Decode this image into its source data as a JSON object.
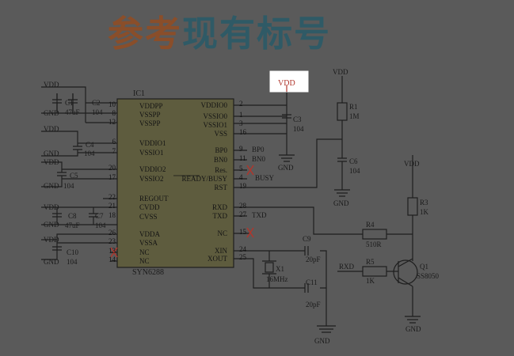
{
  "title": {
    "part1": "参考",
    "part2": "现有标号"
  },
  "chip": {
    "ref": "IC1",
    "part": "SYN6288",
    "left_pins": [
      {
        "num": "10",
        "name": "VDDPP"
      },
      {
        "num": "8",
        "name": "VSSPP"
      },
      {
        "num": "12",
        "name": "VSSPP"
      },
      {
        "num": "6",
        "name": "VDDIO1"
      },
      {
        "num": "7",
        "name": "VSSIO1"
      },
      {
        "num": "20",
        "name": "VDDIO2"
      },
      {
        "num": "17",
        "name": "VSSIO2"
      },
      {
        "num": "22",
        "name": "REGOUT"
      },
      {
        "num": "21",
        "name": "CVDD"
      },
      {
        "num": "18",
        "name": "CVSS"
      },
      {
        "num": "26",
        "name": "VDDA"
      },
      {
        "num": "23",
        "name": "VSSA"
      },
      {
        "num": "13",
        "name": "NC"
      },
      {
        "num": "14",
        "name": "NC"
      }
    ],
    "right_pins": [
      {
        "num": "2",
        "name": "VDDIO0"
      },
      {
        "num": "1",
        "name": "VSSIO0"
      },
      {
        "num": "3",
        "name": "VSSIO1"
      },
      {
        "num": "16",
        "name": "VSS"
      },
      {
        "num": "9",
        "name": "BP0"
      },
      {
        "num": "11",
        "name": "BN0"
      },
      {
        "num": "5",
        "name": "Res."
      },
      {
        "num": "4",
        "name": "READY/BUSY"
      },
      {
        "num": "19",
        "name": "RST"
      },
      {
        "num": "28",
        "name": "RXD"
      },
      {
        "num": "27",
        "name": "TXD"
      },
      {
        "num": "15",
        "name": "NC"
      },
      {
        "num": "24",
        "name": "XIN"
      },
      {
        "num": "25",
        "name": "XOUT"
      }
    ]
  },
  "labels": {
    "vdd": "VDD",
    "gnd": "GND",
    "vdd_highlight": "VDD",
    "bp0": "BP0",
    "bn0": "BN0",
    "busy": "BUSY",
    "txd": "TXD",
    "rxd": "RXD",
    "c1": "C1",
    "c1_val": "47uF",
    "c2": "C2",
    "c2_val": "104",
    "c3": "C3",
    "c3_val": "104",
    "c4": "C4",
    "c4_val": "104",
    "c5": "C5",
    "c5_val": "104",
    "c6": "C6",
    "c6_val": "104",
    "c8": "C8",
    "c8_val": "47uF",
    "c7": "C7",
    "c7_val": "104",
    "c10": "C10",
    "c10_val": "104",
    "c9": "C9",
    "c9_val": "20pF",
    "c11": "C11",
    "c11_val": "20pF",
    "r1": "R1",
    "r1_val": "1M",
    "r3": "R3",
    "r3_val": "1K",
    "r4": "R4",
    "r4_val": "510R",
    "r5": "R5",
    "r5_val": "1K",
    "x1": "X1",
    "x1_val": "16MHz",
    "q1": "Q1",
    "q1_val": "SS8050"
  },
  "colors": {
    "background": "#5a5a5a",
    "wire": "#1e1e1e",
    "chip_fill": "#5e5c3e",
    "accent_red": "#b0362c",
    "highlight_box": "#ffffff"
  }
}
